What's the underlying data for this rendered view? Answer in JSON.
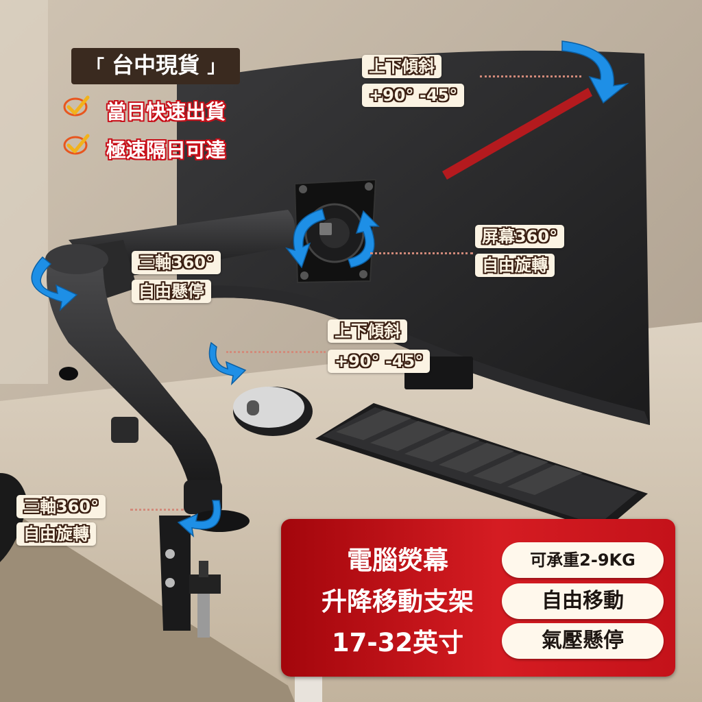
{
  "promo": {
    "stock": "台中現貨",
    "bracket_open": "「",
    "bracket_close": "」",
    "line1": "當日快速出貨",
    "line2": "極速隔日可達"
  },
  "callouts": {
    "tilt_top_title": "上下傾斜",
    "tilt_top_value": "+90° -45°",
    "screen_rotate_title": "屏幕360°",
    "screen_rotate_sub": "自由旋轉",
    "arm_axis_title": "三軸360°",
    "arm_axis_sub": "自由懸停",
    "tilt_mid_title": "上下傾斜",
    "tilt_mid_value": "+90° -45°",
    "base_axis_title": "三軸360°",
    "base_axis_sub": "自由旋轉"
  },
  "product": {
    "title_line1": "電腦熒幕",
    "title_line2": "升降移動支架",
    "title_line3": "17-32英寸",
    "feature_load": "可承重2-9KG",
    "feature_move": "自由移動",
    "feature_gas": "氣壓懸停"
  },
  "colors": {
    "accent_red": "#d51c22",
    "label_bg": "#fbf3e3",
    "label_outline": "#3a1f12",
    "arrow_blue": "#1e8fe6"
  }
}
